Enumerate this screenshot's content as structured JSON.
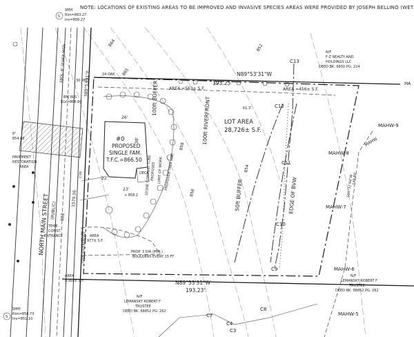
{
  "note": "NOTE: LOCATIONS OF EXISTING AREAS TO BE IMPROVED  AND INVASIVE SPECIES AREAS WERE PROVIDED BY JOSEPH BELLINO (WETLAND SPECIALIS",
  "manhole_top": {
    "symbol": "S",
    "label": "SMH",
    "rim": "Rim=863.27",
    "inv": "Inv=856.27"
  },
  "manhole_bottom": {
    "symbol": "S",
    "label": "SMH",
    "rim": "Rim=858.73",
    "inv": "Inv=851.10"
  },
  "sewer_main": "ABDL. 8\" SEWER MAIN",
  "road": {
    "name": "NORTH MAIN STREET",
    "public": "(PUBLIC)"
  },
  "row_top": "S89°53'31\"E",
  "row_left": "1570.05",
  "roadside_labels": {
    "pavement_restoration": [
      "PAVEMENT",
      "RESTORATION",
      "AREA"
    ],
    "bm": [
      "BM W/S",
      "ELV=866.80"
    ],
    "spot_6": [
      "6\"",
      "854.86"
    ],
    "temp_const": [
      "TEMP.",
      "CONST.",
      "ENTRANCE"
    ],
    "area_bottom_left": [
      "AREA",
      "±360± S.F."
    ]
  },
  "abutter_ne": {
    "prefix": "N/F",
    "name": [
      "F-Z REALTY AND",
      "HOLDINGS LLC"
    ],
    "deed": "DEED BK. 6850 PG. 224"
  },
  "abutter_s_center": {
    "prefix": "N/F",
    "name": [
      "LEMANSKY ROBERT F",
      "TRUSTEE"
    ],
    "deed": "DEED BK. 68852 PG. 262"
  },
  "abutter_s_right": {
    "prefix": "N/F",
    "name": [
      "LEMANSKY ROBERT F",
      "TRUSTEE"
    ],
    "deed": "DEED BK. 68852 PG. 262"
  },
  "north_line": {
    "bearing": "N89°53'31\"W",
    "distance": "193.23'"
  },
  "south_line": {
    "bearing": "N89°53'31\"W",
    "distance": "193.23'"
  },
  "east_line": {
    "bearing": "S09°32'44\"W",
    "distance": "149.80'"
  },
  "south_corner_dist": "61.3'",
  "improvement_areas": [
    "AREA =563± S.F.",
    "AREA =456± S.F."
  ],
  "lot_area": {
    "label": "LOT AREA",
    "value": "28,726± S.F."
  },
  "house": {
    "number": "#0",
    "label1": "PROPOSED",
    "label2": "SINGLE FAM.",
    "tfe": "T.F.C.=866.50",
    "dims": [
      "26'",
      "38'",
      "22'",
      "23'"
    ],
    "deck": "DECK",
    "spot": "+ 858.2",
    "driveway_mark": "C39"
  },
  "buffers": {
    "b100": "100ft BUFFER",
    "b100_river": "100ft RIVERFRONT",
    "b50": "50ft BUFFER",
    "edge": "EDGE OF BVW"
  },
  "limit_notes": [
    "LIMIT OF WORK",
    "PROPOSED TREE LINE",
    "PROPOSED",
    "STONE COMPOST TUBE"
  ],
  "riverfront_vertical": "100ft RIVERFRONT",
  "area_front": [
    "AREA",
    "977± S.F."
  ],
  "boulders": [
    "PROP. 3 DIA (MIN.)",
    "BOULDERS EVERY 15 FT"
  ],
  "flags": [
    "C13",
    "C12",
    "C11",
    "C10",
    "C9",
    "C8",
    "C7",
    "C4",
    "C3"
  ],
  "mahw": [
    "MAHW-9",
    "MAHW-8",
    "MAHW-7",
    "MAHW-6",
    "MAHW-5"
  ],
  "mahw_fence": "MAHW",
  "edge_label": "MA",
  "contours": [
    "858",
    "856",
    "854",
    "852",
    "862",
    "865",
    "864"
  ],
  "tree_labels": [
    "24 OAK",
    "30 RED"
  ]
}
